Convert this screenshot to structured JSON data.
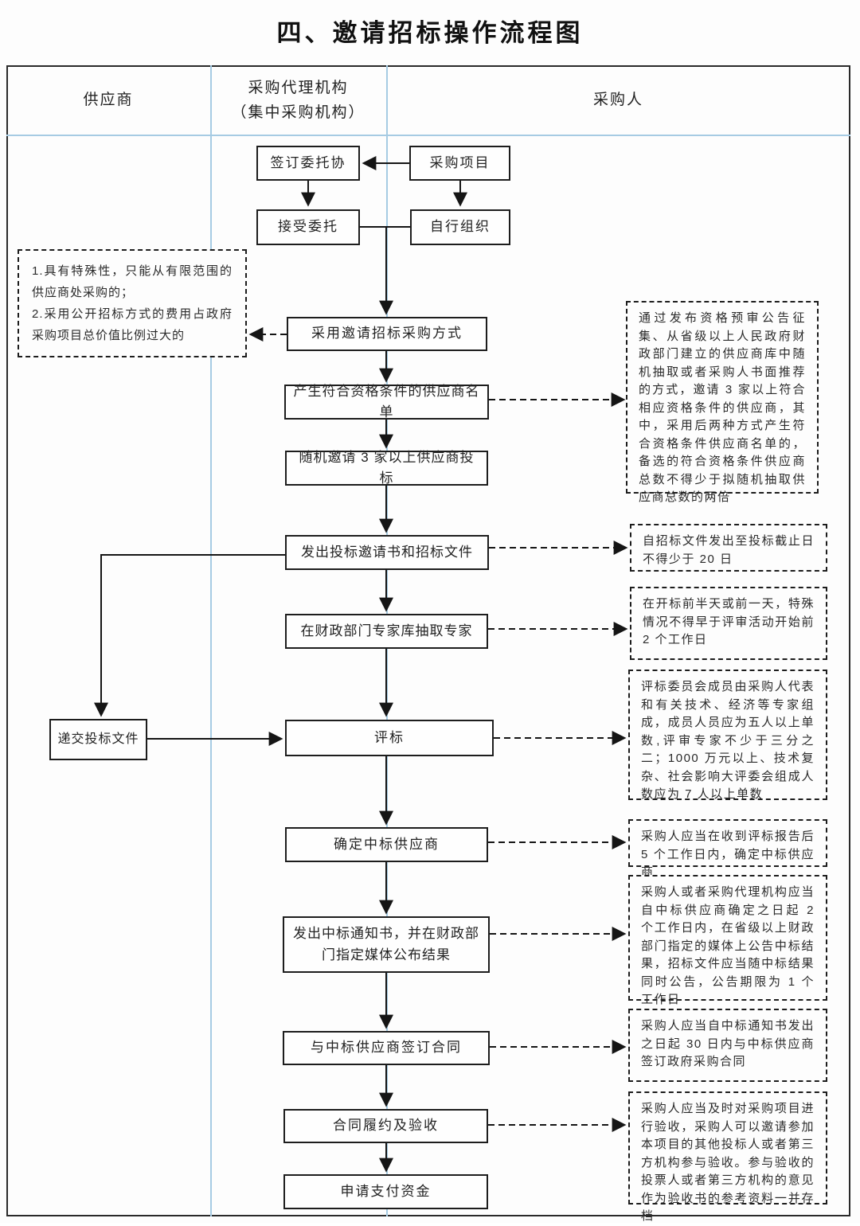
{
  "title": "四、邀请招标操作流程图",
  "lanes": {
    "supplier": "供应商",
    "agency": "采购代理机构",
    "agency_sub": "（集中采购机构）",
    "purchaser": "采购人"
  },
  "flow": {
    "sign_agreement": "签订委托协",
    "procurement_project": "采购项目",
    "accept_commission": "接受委托",
    "self_organize": "自行组织",
    "adopt_method": "采用邀请招标采购方式",
    "supplier_list": "产生符合资格条件的供应商名单",
    "random_invite": "随机邀请 3 家以上供应商投标",
    "issue_invitation": "发出投标邀请书和招标文件",
    "extract_experts": "在财政部门专家库抽取专家",
    "submit_documents": "递交投标文件",
    "bid_evaluation": "评标",
    "determine_winner": "确定中标供应商",
    "issue_notice": "发出中标通知书，并在财政部门指定媒体公布结果",
    "sign_contract": "与中标供应商签订合同",
    "contract_acceptance": "合同履约及验收",
    "apply_payment": "申请支付资金"
  },
  "notes": {
    "left_special": "1.具有特殊性，只能从有限范围的供应商处采购的；\n2.采用公开招标方式的费用占政府采购项目总价值比例过大的",
    "qualification": "通过发布资格预审公告征集、从省级以上人民政府财政部门建立的供应商库中随机抽取或者采购人书面推荐的方式，邀请 3 家以上符合相应资格条件的供应商，其中，采用后两种方式产生符合资格条件供应商名单的，备选的符合资格条件供应商总数不得少于拟随机抽取供应商总数的两倍",
    "twenty_days": "自招标文件发出至投标截止日不得少于 20 日",
    "expert_timing": "在开标前半天或前一天，特殊情况不得早于评审活动开始前 2 个工作日",
    "committee": "评标委员会成员由采购人代表和有关技术、经济等专家组成，成员人员应为五人以上单数,评审专家不少于三分之二；1000 万元以上、技术复杂、社会影响大评委会组成人数应为 7 人以上单数",
    "five_days": "采购人应当在收到评标报告后 5 个工作日内，确定中标供应商",
    "announcement": "采购人或者采购代理机构应当自中标供应商确定之日起 2 个工作日内，在省级以上财政部门指定的媒体上公告中标结果，招标文件应当随中标结果同时公告，公告期限为 1 个工作日",
    "thirty_days": "采购人应当自中标通知书发出之日起 30 日内与中标供应商签订政府采购合同",
    "acceptance": "采购人应当及时对采购项目进行验收，采购人可以邀请参加本项目的其他投标人或者第三方机构参与验收。参与验收的投票人或者第三方机构的意见作为验收书的参考资料一并存档"
  },
  "colors": {
    "lane_divider": "#a6cbe3",
    "flow_line": "#151515",
    "box_border": "#1d1d1d"
  }
}
